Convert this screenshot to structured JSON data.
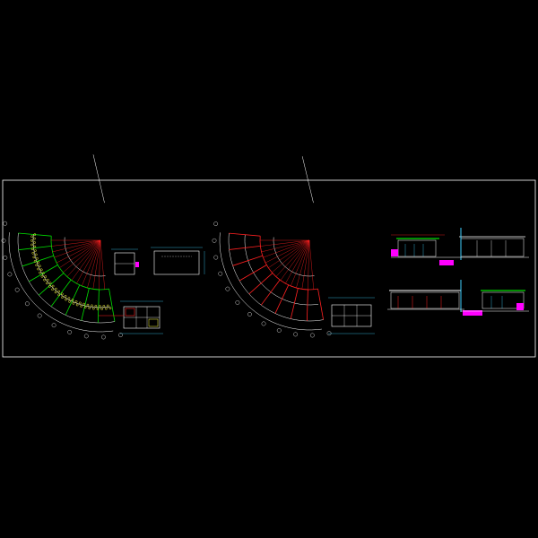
{
  "drawing": {
    "background": "#000000",
    "frame_color": "#ffffff",
    "colors": {
      "wall": "#ffffff",
      "red": "#ff2020",
      "green": "#00e000",
      "yellow": "#ffff40",
      "cyan": "#40d0ff",
      "magenta": "#ff00ff",
      "dim_text": "#cfcfcf"
    },
    "views": [
      {
        "id": "plan-1",
        "kind": "curved-floor-plan"
      },
      {
        "id": "detail-small-plans",
        "kind": "small-plans"
      },
      {
        "id": "toilet-plan-1",
        "kind": "rectangular-plan"
      },
      {
        "id": "plan-2",
        "kind": "curved-floor-plan"
      },
      {
        "id": "toilet-plan-2",
        "kind": "rectangular-plan"
      },
      {
        "id": "elevations",
        "kind": "elevations"
      }
    ]
  }
}
